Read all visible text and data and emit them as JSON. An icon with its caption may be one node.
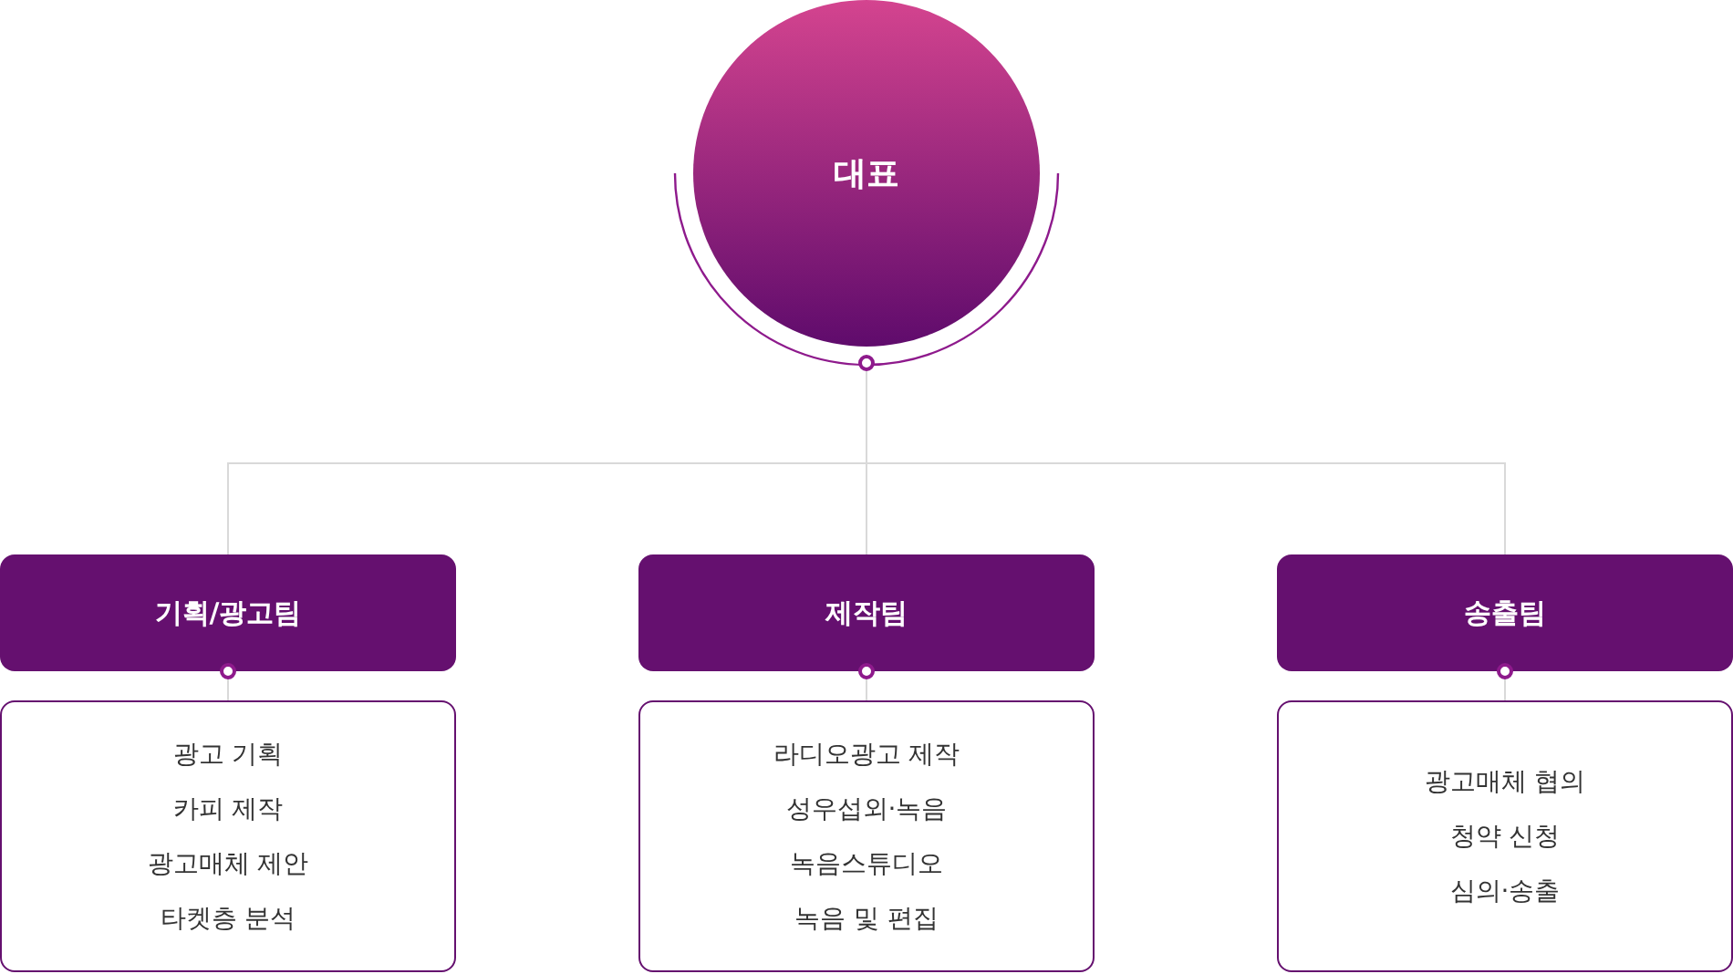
{
  "diagram": {
    "nodes": [
      {
        "text": [
          "대표"
        ]
      },
      {
        "text": [
          "기획/광고팀"
        ]
      },
      {
        "text": [
          "제작팀"
        ]
      },
      {
        "text": [
          "송출팀"
        ]
      },
      {
        "text": [
          "광고 기획",
          "카피 제작",
          "광고매체 제안",
          "타켓층 분석"
        ]
      },
      {
        "text": [
          "라디오광고 제작",
          "성우섭외·녹음",
          "녹음스튜디오",
          "녹음 및 편집"
        ]
      },
      {
        "text": [
          "광고매체 협의",
          "청약 신청",
          "심의·송출"
        ]
      }
    ],
    "edges": [
      {
        "from": 0,
        "to": 1,
        "arrow": "none"
      },
      {
        "from": 0,
        "to": 2,
        "arrow": "none"
      },
      {
        "from": 0,
        "to": 3,
        "arrow": "none"
      },
      {
        "from": 1,
        "to": 4,
        "arrow": "none"
      },
      {
        "from": 2,
        "to": 5,
        "arrow": "none"
      },
      {
        "from": 3,
        "to": 6,
        "arrow": "none"
      }
    ]
  }
}
